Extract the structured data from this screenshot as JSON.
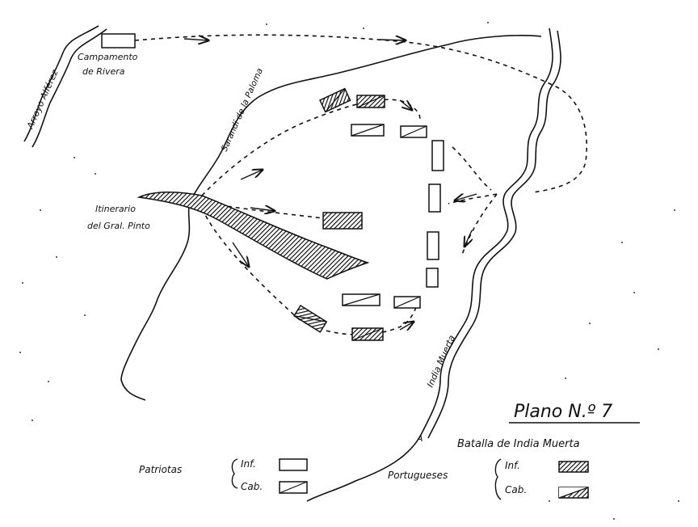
{
  "title": "Plano N.º 7",
  "subtitle": "Batalla de India Muerta",
  "labels": {
    "camp": "Campamento",
    "camp2": "de Rivera",
    "pinto1": "Itinerario",
    "pinto2": "del Gral. Pinto",
    "river1": "Arroyo Alférez",
    "river2": "Sarandí de la Paloma",
    "river3": "India Muerta",
    "river_a": "A"
  },
  "legend": {
    "patriotas": "Patriotas",
    "portugueses": "Portugueses",
    "inf": "Inf.",
    "cab": "Cab."
  },
  "colors": {
    "ink": "#111111",
    "paper": "#ffffff"
  }
}
